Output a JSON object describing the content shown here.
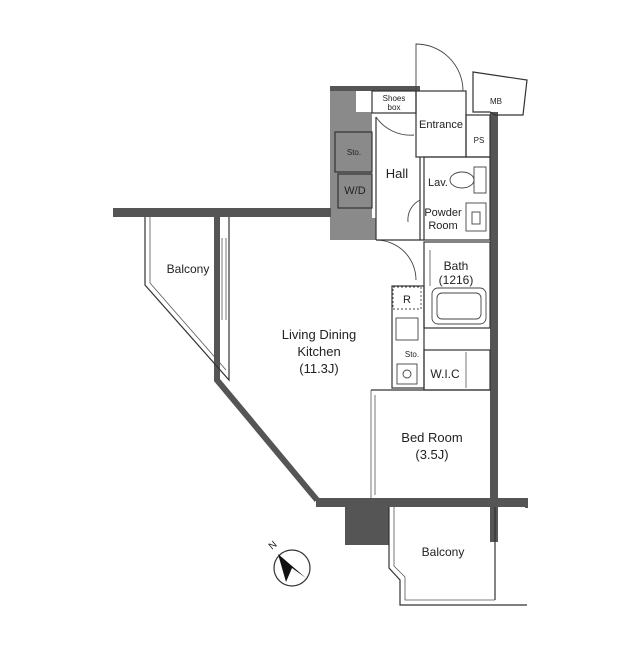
{
  "rooms": {
    "entrance": "Entrance",
    "shoes_box_line1": "Shoes",
    "shoes_box_line2": "box",
    "mb": "MB",
    "ps": "PS",
    "storage_hall": "Sto.",
    "hall": "Hall",
    "wd": "W/D",
    "lav": "Lav.",
    "powder_line1": "Powder",
    "powder_line2": "Room",
    "bath_line1": "Bath",
    "bath_line2": "(1216)",
    "balcony_west": "Balcony",
    "refrigerator": "R",
    "ldk_line1": "Living Dining",
    "ldk_line2": "Kitchen",
    "ldk_line3": "(11.3J)",
    "storage_kitchen": "Sto.",
    "wic": "W.I.C",
    "bed_line1": "Bed Room",
    "bed_line2": "(3.5J)",
    "balcony_south": "Balcony"
  },
  "compass": {
    "label": "N",
    "icon": "north-arrow-icon"
  }
}
